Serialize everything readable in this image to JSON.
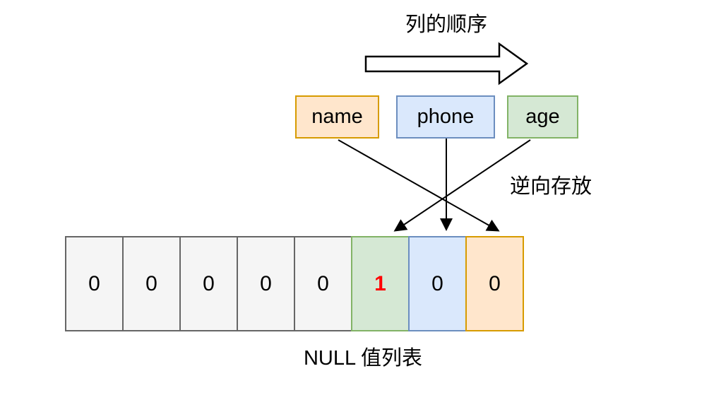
{
  "labels": {
    "column_order": "列的顺序",
    "reverse_storage": "逆向存放",
    "null_list": "NULL 值列表"
  },
  "columns": [
    {
      "label": "name",
      "fill": "#FFE6CC",
      "stroke": "#D79B00"
    },
    {
      "label": "phone",
      "fill": "#DAE8FC",
      "stroke": "#6C8EBF"
    },
    {
      "label": "age",
      "fill": "#D5E8D4",
      "stroke": "#82B366"
    }
  ],
  "null_bitmap_cells": [
    {
      "value": "0",
      "fill": "#F5F5F5",
      "stroke": "#666666",
      "text_color": "#000000"
    },
    {
      "value": "0",
      "fill": "#F5F5F5",
      "stroke": "#666666",
      "text_color": "#000000"
    },
    {
      "value": "0",
      "fill": "#F5F5F5",
      "stroke": "#666666",
      "text_color": "#000000"
    },
    {
      "value": "0",
      "fill": "#F5F5F5",
      "stroke": "#666666",
      "text_color": "#000000"
    },
    {
      "value": "0",
      "fill": "#F5F5F5",
      "stroke": "#666666",
      "text_color": "#000000"
    },
    {
      "value": "1",
      "fill": "#D5E8D4",
      "stroke": "#82B366",
      "text_color": "#FF0000"
    },
    {
      "value": "0",
      "fill": "#DAE8FC",
      "stroke": "#6C8EBF",
      "text_color": "#000000"
    },
    {
      "value": "0",
      "fill": "#FFE6CC",
      "stroke": "#D79B00",
      "text_color": "#000000"
    }
  ],
  "colors": {
    "arrow_outline": "#000000",
    "arrow_fill": "#FFFFFF",
    "highlight_red": "#FF0000"
  }
}
